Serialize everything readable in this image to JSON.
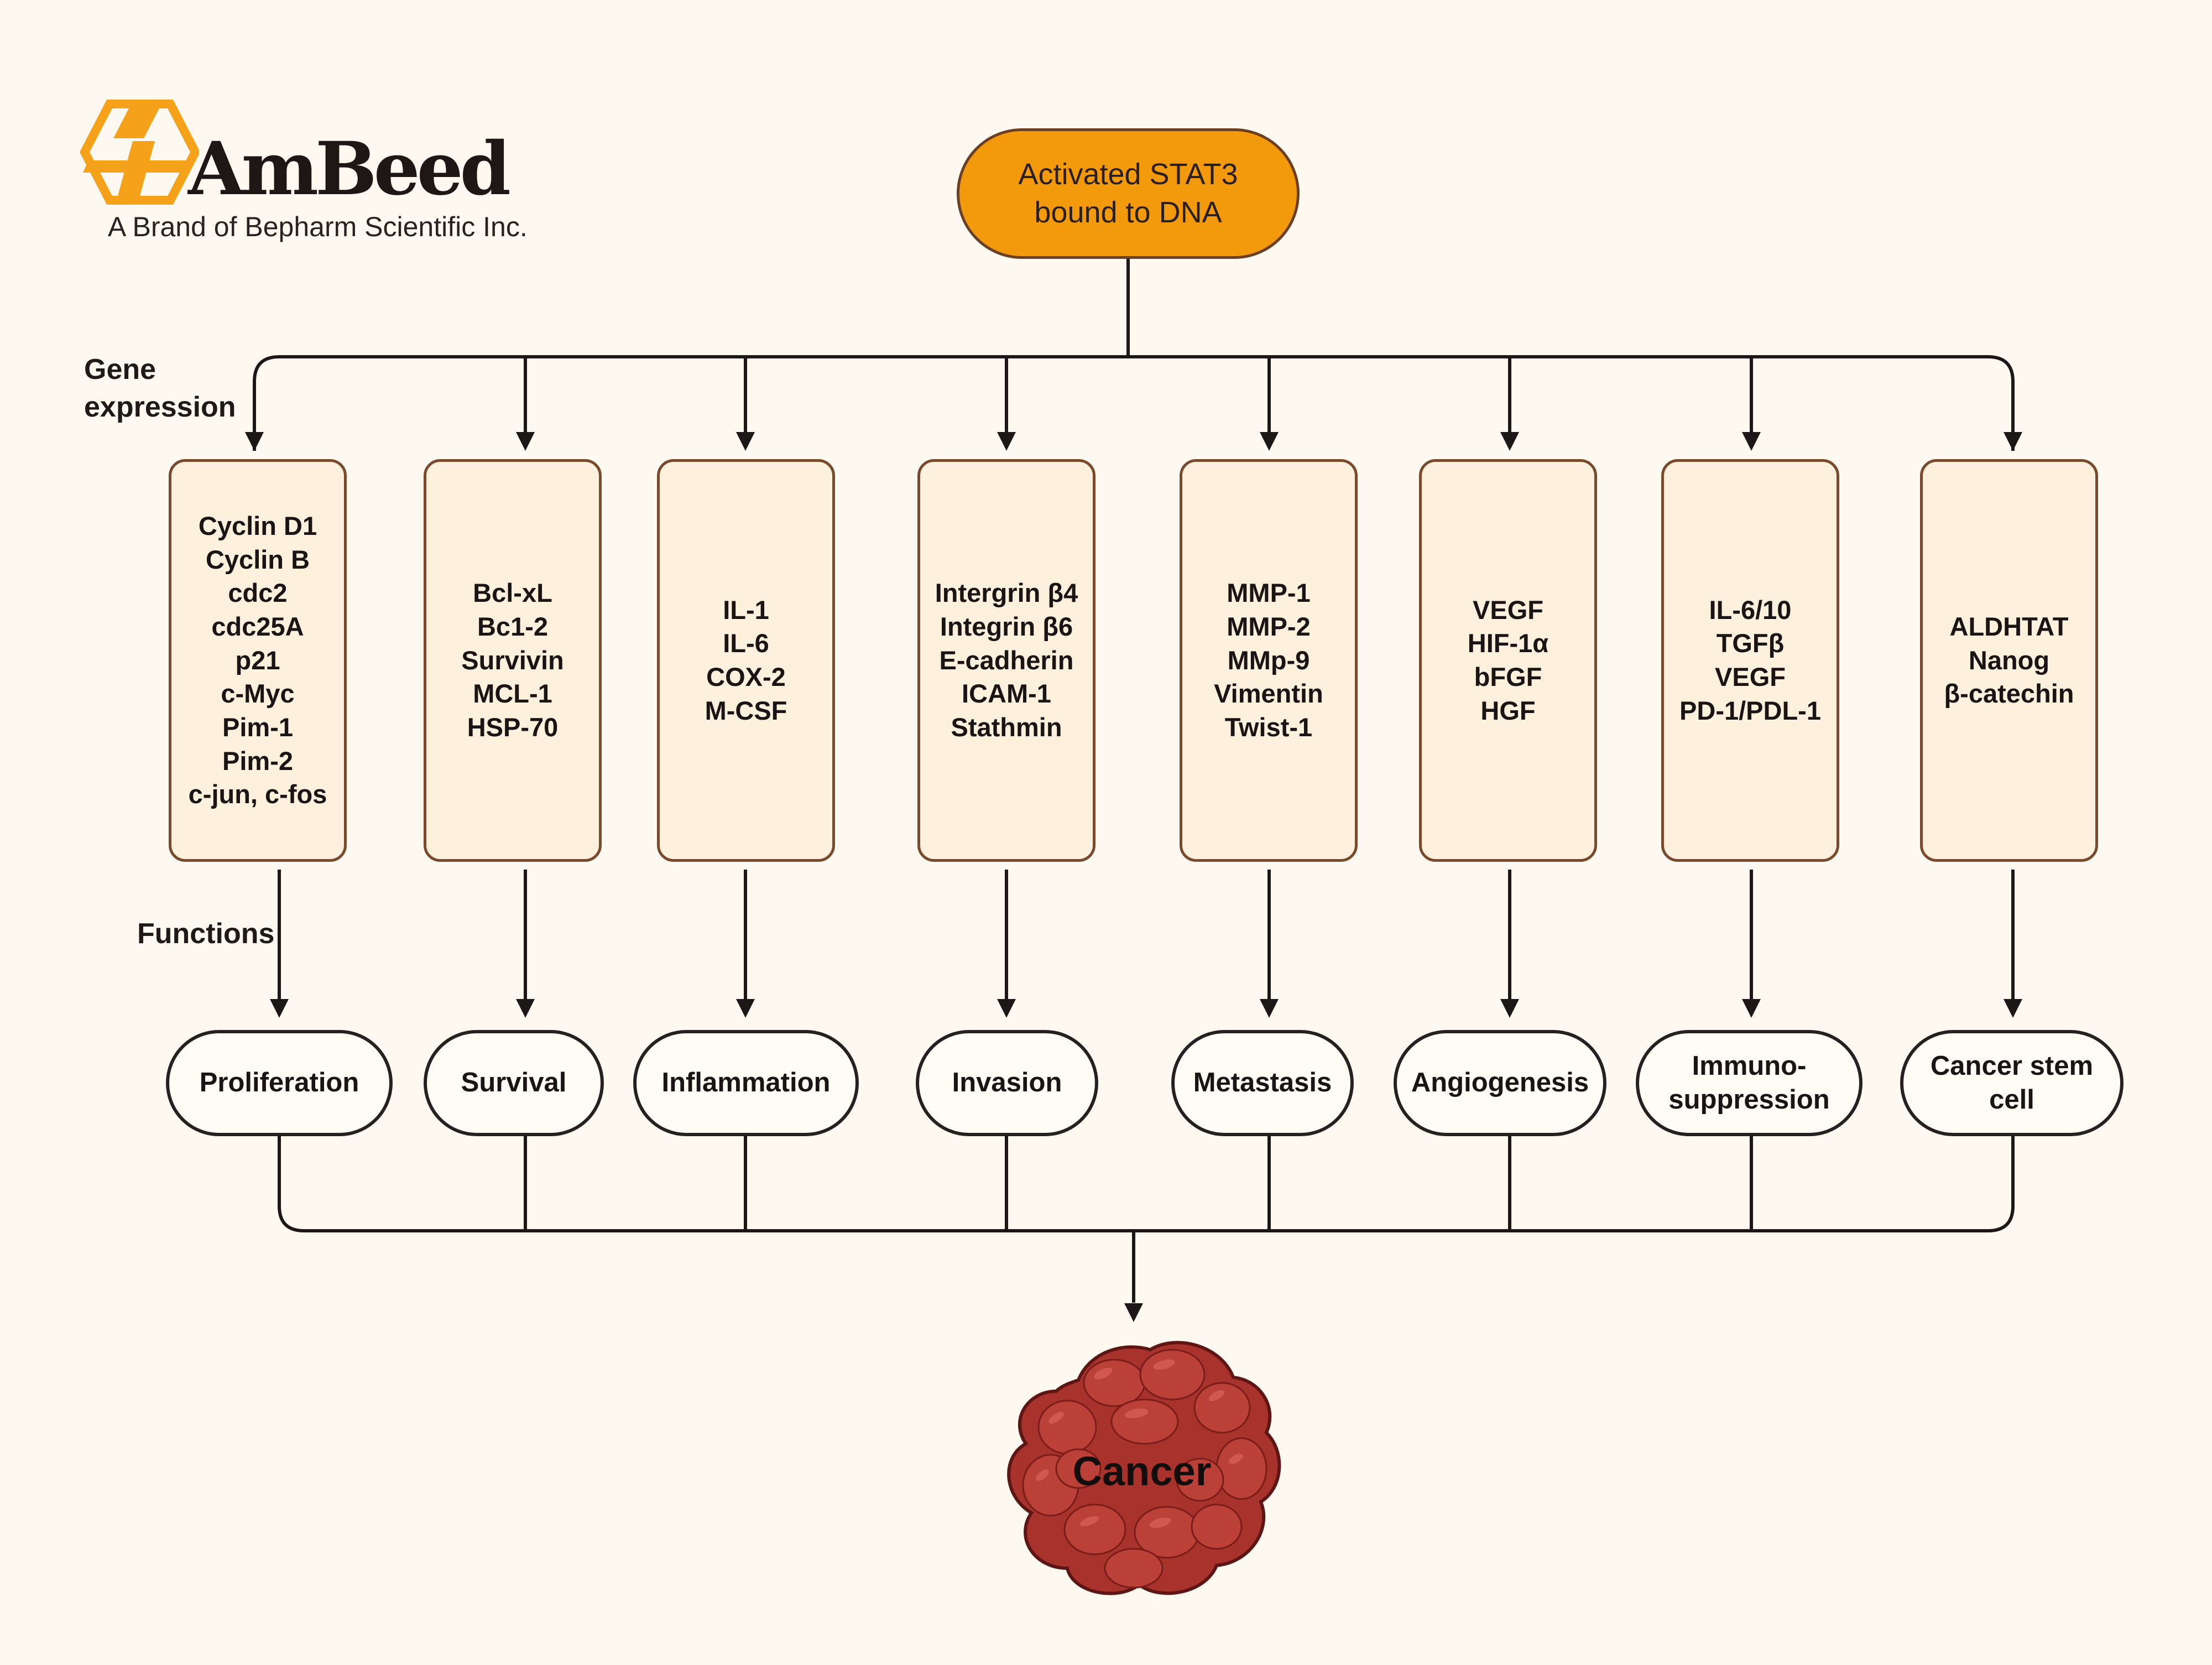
{
  "brand": {
    "name": "AmBeed",
    "tagline": "A Brand of Bepharm Scientific Inc.",
    "colors": {
      "orange": "#f5a11a",
      "dark": "#1f1716"
    }
  },
  "top_node": {
    "line1": "Activated STAT3",
    "line2": "bound to DNA",
    "color": "#f29a0c"
  },
  "labels": {
    "gene_line1": "Gene",
    "gene_line2": "expression",
    "functions": "Functions"
  },
  "gene_groups": [
    {
      "genes": [
        "Cyclin D1",
        "Cyclin B",
        "cdc2",
        "cdc25A",
        "p21",
        "c-Myc",
        "Pim-1",
        "Pim-2",
        "c-jun, c-fos"
      ]
    },
    {
      "genes": [
        "Bcl-xL",
        "Bc1-2",
        "Survivin",
        "MCL-1",
        "HSP-70"
      ]
    },
    {
      "genes": [
        "IL-1",
        "IL-6",
        "COX-2",
        "M-CSF"
      ]
    },
    {
      "genes": [
        "Intergrin β4",
        "Integrin β6",
        "E-cadherin",
        "ICAM-1",
        "Stathmin"
      ]
    },
    {
      "genes": [
        "MMP-1",
        "MMP-2",
        "MMp-9",
        "Vimentin",
        "Twist-1"
      ]
    },
    {
      "genes": [
        "VEGF",
        "HIF-1α",
        "bFGF",
        "HGF"
      ]
    },
    {
      "genes": [
        "IL-6/10",
        "TGFβ",
        "VEGF",
        "PD-1/PDL-1"
      ]
    },
    {
      "genes": [
        "ALDHTAT",
        "Nanog",
        "β-catechin"
      ]
    }
  ],
  "functions": [
    [
      "Proliferation"
    ],
    [
      "Survival"
    ],
    [
      "Inflammation"
    ],
    [
      "Invasion"
    ],
    [
      "Metastasis"
    ],
    [
      "Angiogenesis"
    ],
    [
      "Immuno-",
      "suppression"
    ],
    [
      "Cancer stem",
      "cell"
    ]
  ],
  "outcome": {
    "label": "Cancer",
    "color": "#a8322c"
  }
}
